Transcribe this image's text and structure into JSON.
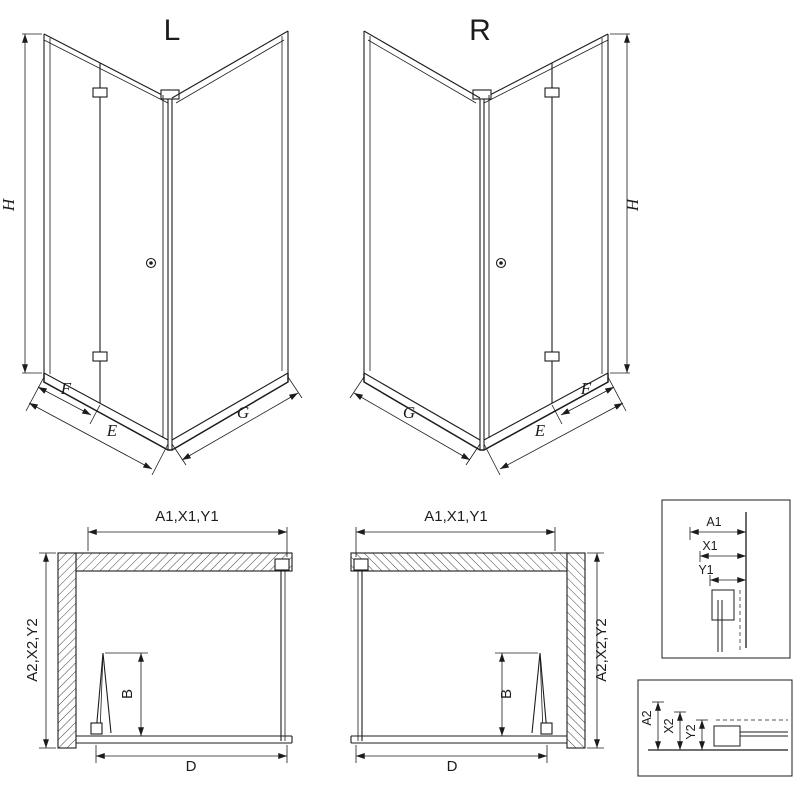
{
  "colors": {
    "line": "#1c1c1c",
    "background": "#ffffff",
    "hatch": "#444444"
  },
  "views": {
    "left": {
      "label": "L",
      "dim_height": "H",
      "dim_door": "F",
      "dim_entry": "E",
      "dim_side": "G"
    },
    "right": {
      "label": "R",
      "dim_height": "H",
      "dim_door": "F",
      "dim_entry": "E",
      "dim_side": "G"
    }
  },
  "plans": {
    "left": {
      "dim_top": "A1,X1,Y1",
      "dim_side": "A2,X2,Y2",
      "dim_door": "B",
      "dim_width": "D"
    },
    "right": {
      "dim_top": "A1,X1,Y1",
      "dim_side": "A2,X2,Y2",
      "dim_door": "B",
      "dim_width": "D"
    }
  },
  "details": {
    "top": {
      "labels": [
        "A1",
        "X1",
        "Y1"
      ]
    },
    "bottom": {
      "labels": [
        "A2",
        "X2",
        "Y2"
      ]
    }
  }
}
